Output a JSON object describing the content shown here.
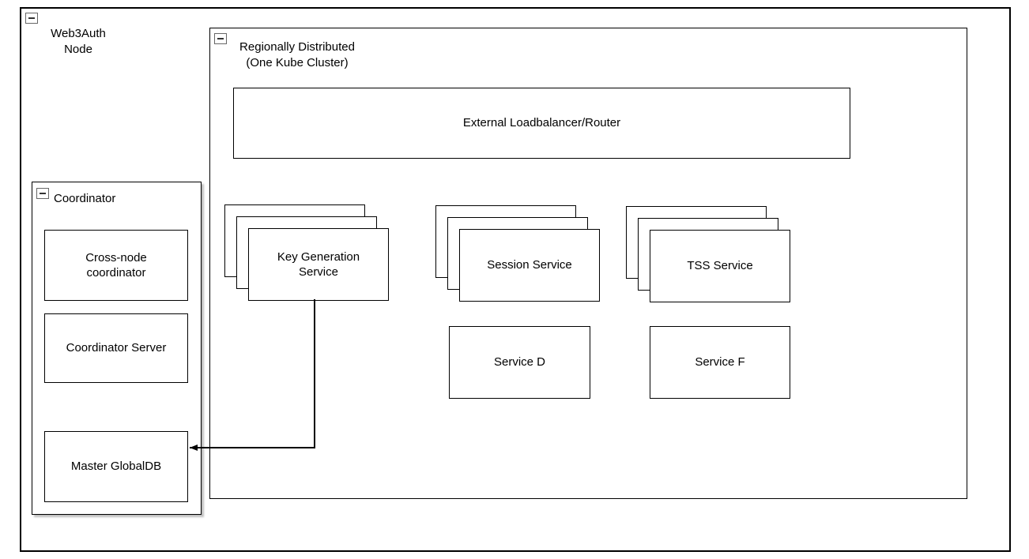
{
  "colors": {
    "stroke": "#000000",
    "fill": "#ffffff"
  },
  "diagram": {
    "web3auth_node": {
      "label": "Web3Auth\nNode"
    },
    "region": {
      "label": "Regionally Distributed\n(One Kube Cluster)",
      "loadbalancer": {
        "label": "External Loadbalancer/Router"
      },
      "stacks": [
        {
          "label": "Key Generation\nService"
        },
        {
          "label": "Session Service"
        },
        {
          "label": "TSS Service"
        }
      ],
      "services": [
        {
          "label": "Service D"
        },
        {
          "label": "Service F"
        }
      ]
    },
    "coordinator": {
      "label": "Coordinator",
      "boxes": [
        {
          "label": "Cross-node\ncoordinator"
        },
        {
          "label": "Coordinator Server"
        },
        {
          "label": "Master GlobalDB"
        }
      ]
    },
    "connections": [
      {
        "from": "Key Generation Service",
        "to": "Master GlobalDB",
        "type": "arrow"
      }
    ]
  }
}
